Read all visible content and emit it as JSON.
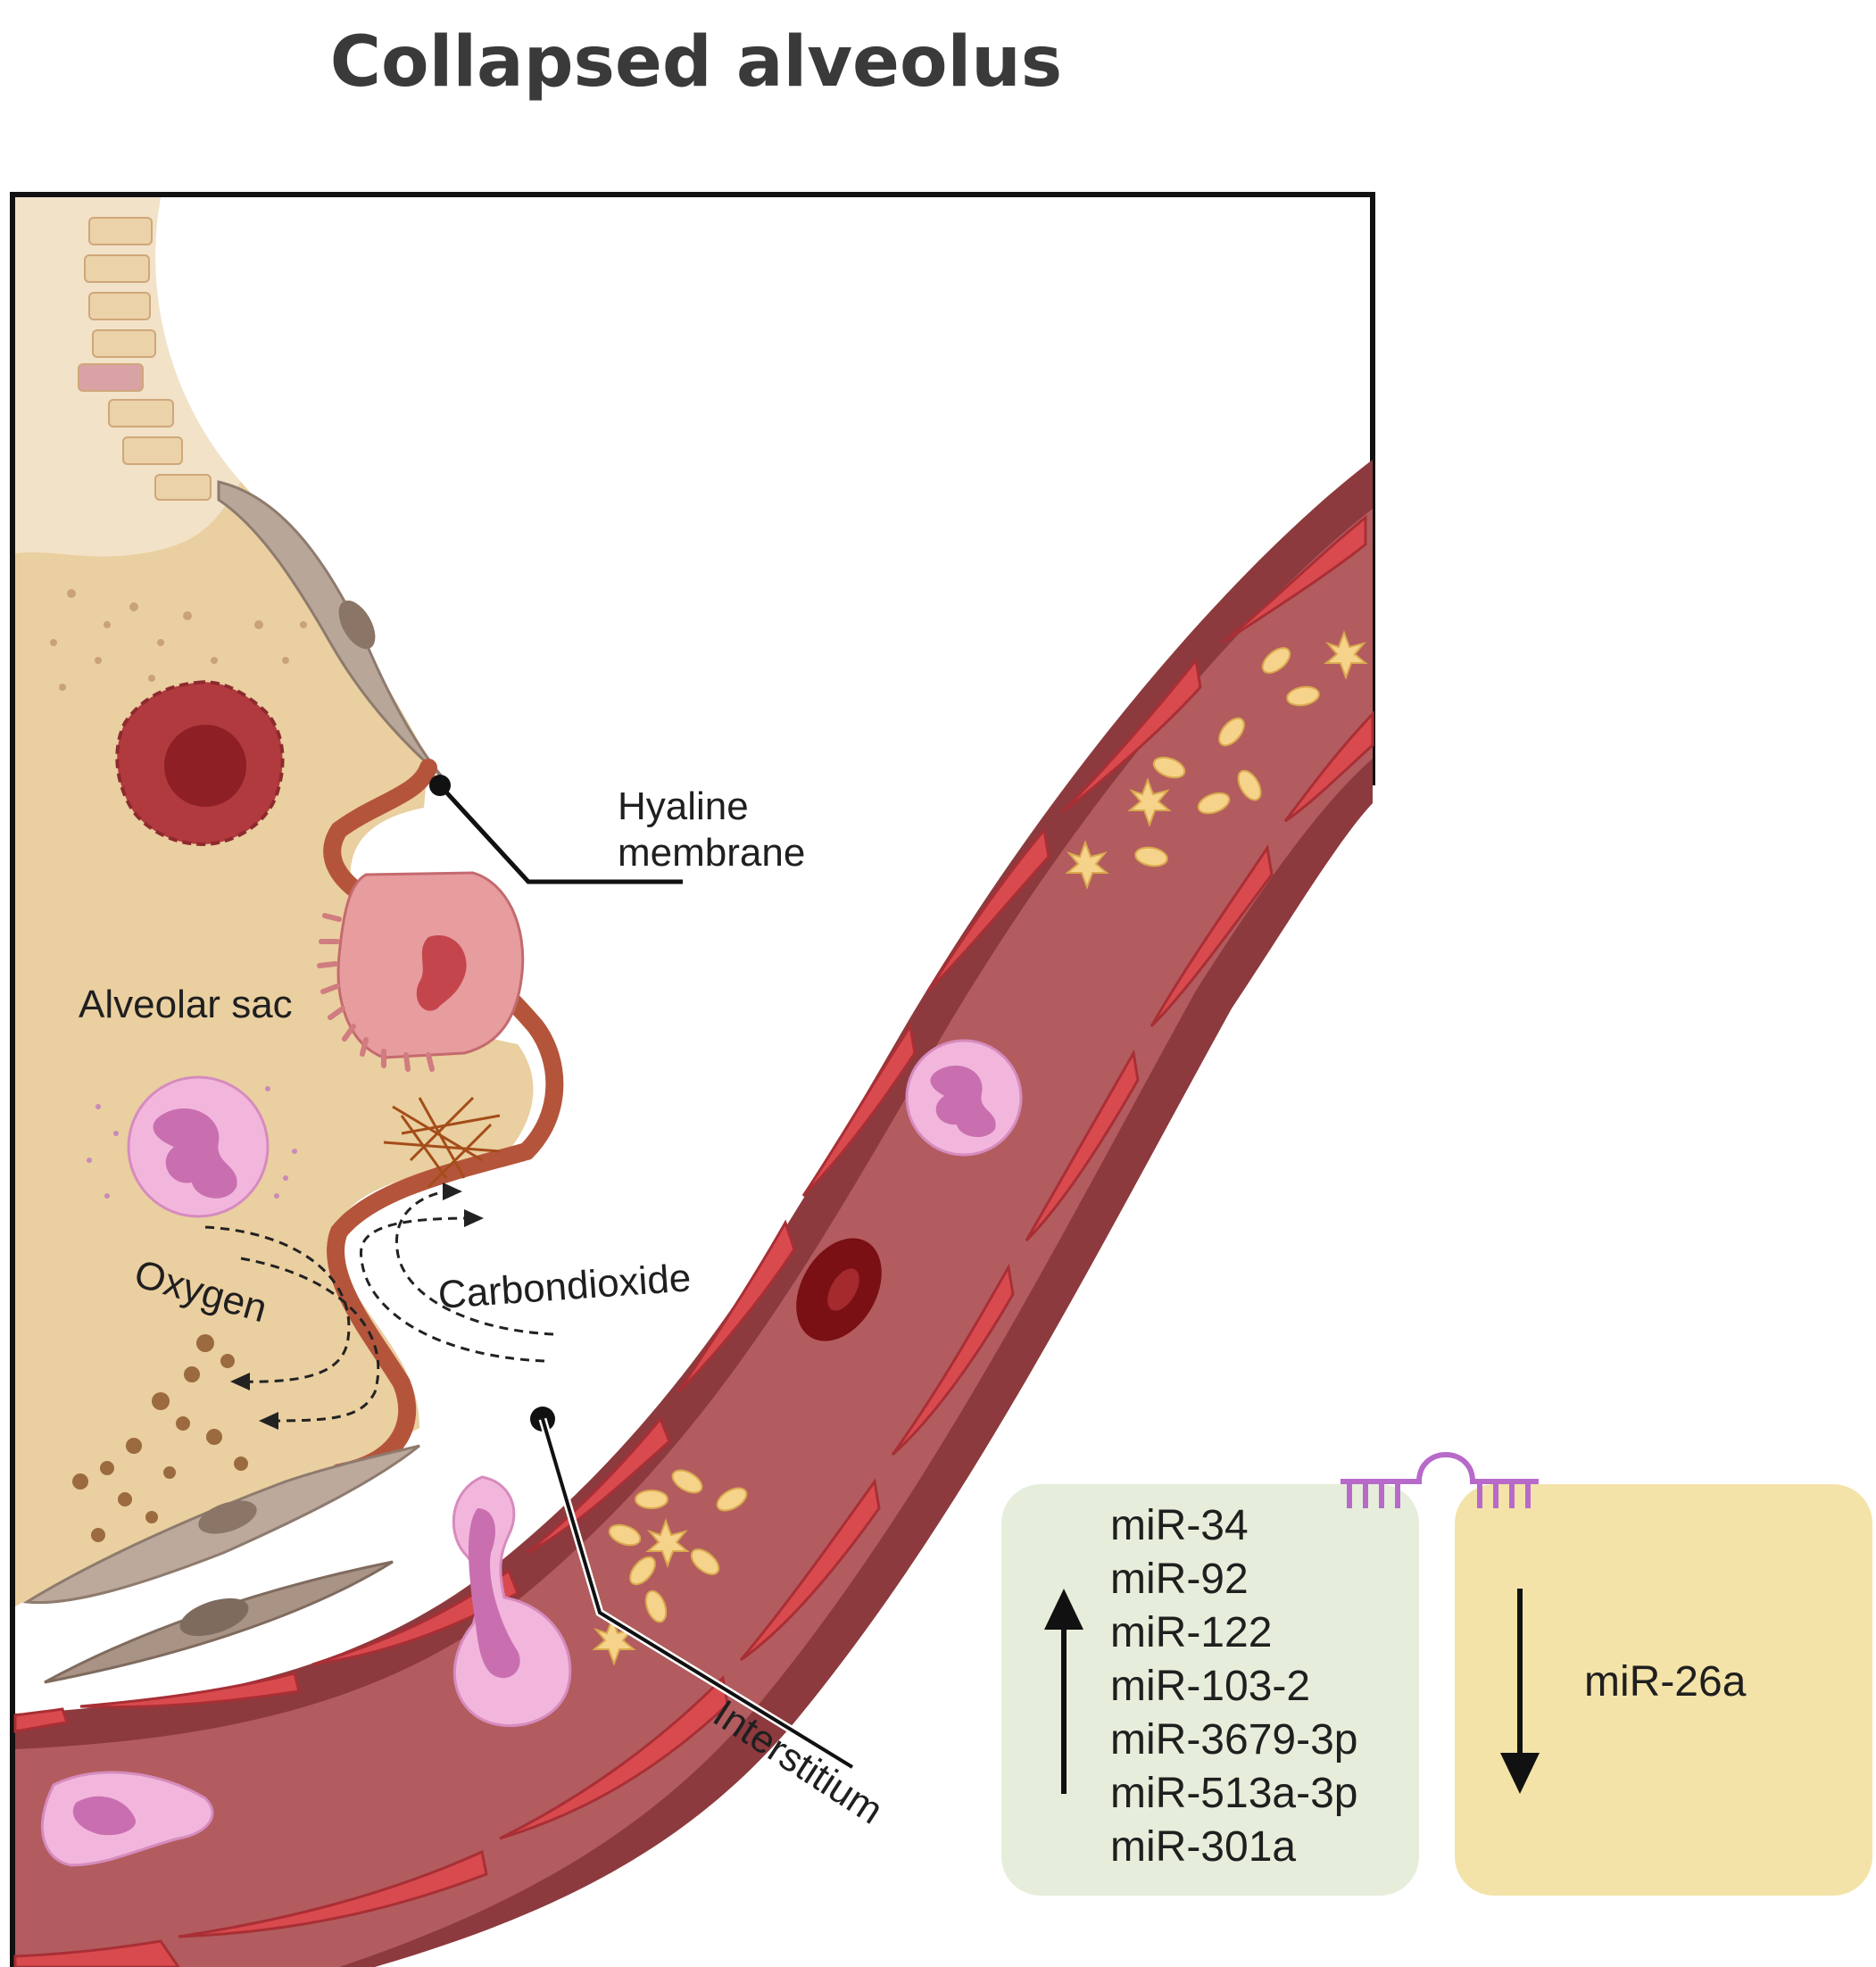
{
  "title": "Collapsed alveolus",
  "labels": {
    "hyaline_line1": "Hyaline",
    "hyaline_line2": "membrane",
    "alveolar_sac": "Alveolar sac",
    "oxygen": "Oxygen",
    "carbondioxide": "Carbondioxide",
    "interstitium": "Interstitium"
  },
  "upregulated": {
    "direction": "up-arrow",
    "color": "#e6eedb",
    "items": [
      "miR-34",
      "miR-92",
      "miR-122",
      "miR-103-2",
      "miR-3679-3p",
      "miR-513a-3p",
      "miR-301a"
    ]
  },
  "downregulated": {
    "direction": "down-arrow",
    "color": "#f3e3a8",
    "items": [
      "miR-26a"
    ]
  },
  "colors": {
    "alveolar_tissue": "#eacfa0",
    "vessel_outer": "#8c3a3d",
    "vessel_inner": "#b25c5f",
    "endothelial_cell": "#d94a4e",
    "neutrophil": "#f2b6dc",
    "mirna_icon": "#b76ac9"
  }
}
